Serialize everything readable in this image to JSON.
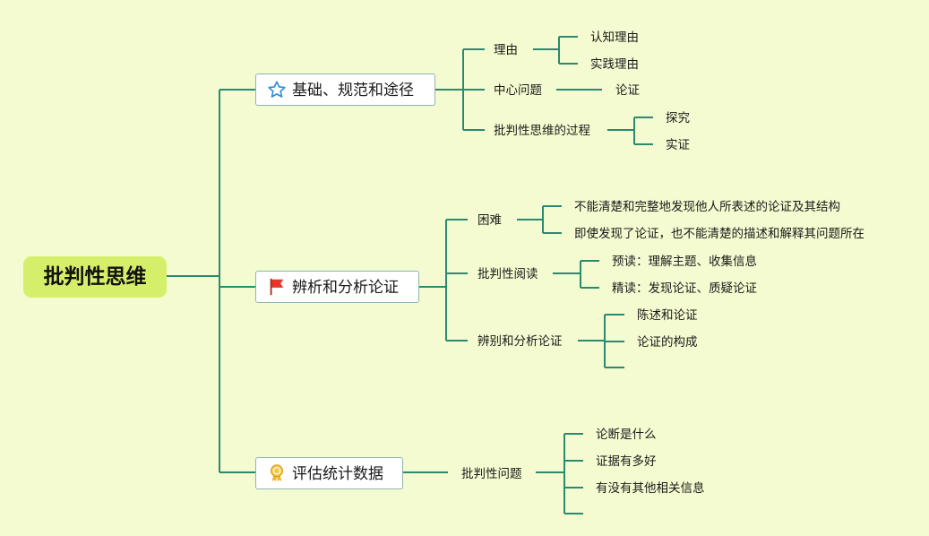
{
  "root": {
    "label": "批判性思维"
  },
  "branches": [
    {
      "label": "基础、规范和途径",
      "icon": "star-icon",
      "children": [
        {
          "label": "理由",
          "children": [
            "认知理由",
            "实践理由"
          ]
        },
        {
          "label": "中心问题",
          "children": [
            "论证"
          ]
        },
        {
          "label": "批判性思维的过程",
          "children": [
            "探究",
            "实证"
          ]
        }
      ]
    },
    {
      "label": "辨析和分析论证",
      "icon": "red-flag-icon",
      "children": [
        {
          "label": "困难",
          "children": [
            "不能清楚和完整地发现他人所表述的论证及其结构",
            "即使发现了论证，也不能清楚的描述和解释其问题所在"
          ]
        },
        {
          "label": "批判性阅读",
          "children": [
            "预读：理解主题、收集信息",
            "精读：发现论证、质疑论证"
          ]
        },
        {
          "label": "辨别和分析论证",
          "children": [
            "陈述和论证",
            "论证的构成",
            ""
          ]
        }
      ]
    },
    {
      "label": "评估统计数据",
      "icon": "award-ribbon-icon",
      "children": [
        {
          "label": "批判性问题",
          "children": [
            "论断是什么",
            "证据有多好",
            "有没有其他相关信息",
            ""
          ]
        }
      ]
    }
  ],
  "colors": {
    "background": "#f5fbd0",
    "root_fill": "#d6ef6a",
    "connector": "#2a8a6f",
    "card_border": "#8fb3b3",
    "flag": "#e8352b",
    "star": "#2d8fd8",
    "ribbon": "#f0b62b"
  }
}
